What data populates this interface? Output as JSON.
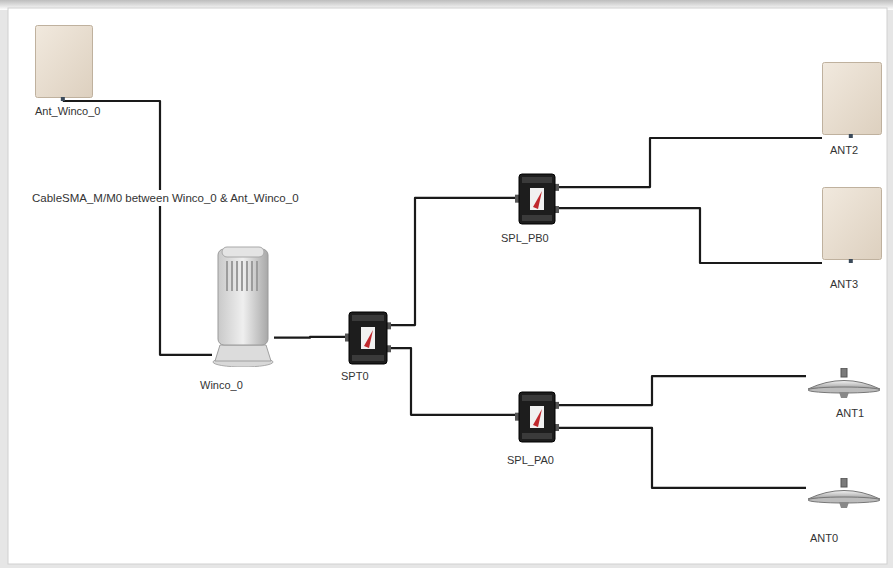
{
  "diagram": {
    "nodes": [
      {
        "text": [
          "Ant_Winco_0"
        ]
      },
      {
        "text": [
          "Winco_0"
        ]
      },
      {
        "text": [
          "SPT0"
        ]
      },
      {
        "text": [
          "SPL_PB0"
        ]
      },
      {
        "text": [
          "ANT2"
        ]
      },
      {
        "text": [
          "ANT3"
        ]
      },
      {
        "text": [
          "SPL_PA0"
        ]
      },
      {
        "text": [
          "ANT1"
        ]
      },
      {
        "text": [
          "ANT0"
        ]
      }
    ],
    "edges": [
      {
        "from": 0,
        "to": 1,
        "arrow": "none",
        "label": "CableSMA_M/M0 between Winco_0 & Ant_Winco_0"
      },
      {
        "from": 1,
        "to": 2,
        "arrow": "none"
      },
      {
        "from": 2,
        "to": 3,
        "arrow": "none"
      },
      {
        "from": 2,
        "to": 6,
        "arrow": "none"
      },
      {
        "from": 3,
        "to": 4,
        "arrow": "none"
      },
      {
        "from": 3,
        "to": 5,
        "arrow": "none"
      },
      {
        "from": 6,
        "to": 7,
        "arrow": "none"
      },
      {
        "from": 6,
        "to": 8,
        "arrow": "none"
      }
    ]
  }
}
